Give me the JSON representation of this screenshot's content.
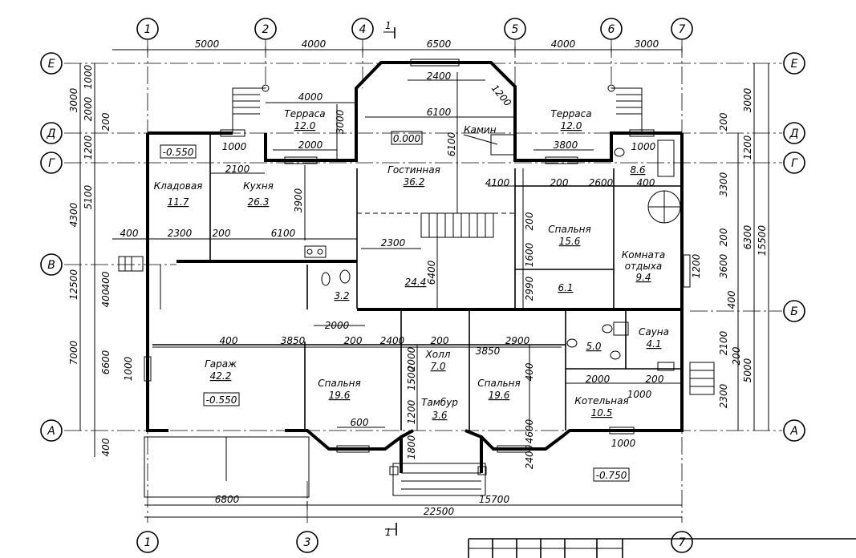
{
  "axes": {
    "top": [
      {
        "id": "x1",
        "label": "1"
      },
      {
        "id": "x2",
        "label": "2"
      },
      {
        "id": "x4",
        "label": "4"
      },
      {
        "id": "x5",
        "label": "5"
      },
      {
        "id": "x6",
        "label": "6"
      },
      {
        "id": "x7",
        "label": "7"
      }
    ],
    "bottom": [
      {
        "id": "b1",
        "label": "1"
      },
      {
        "id": "b3",
        "label": "3"
      },
      {
        "id": "b7",
        "label": "7"
      }
    ],
    "rows": [
      {
        "id": "E",
        "label": "Е"
      },
      {
        "id": "D",
        "label": "Д"
      },
      {
        "id": "G",
        "label": "Г"
      },
      {
        "id": "V",
        "label": "В"
      },
      {
        "id": "B",
        "label": "Б"
      },
      {
        "id": "A",
        "label": "А"
      }
    ]
  },
  "section_mark": "1",
  "dimensions": {
    "top": [
      "5000",
      "4000",
      "6500",
      "4000",
      "3000"
    ],
    "bottom": [
      "6800",
      "15700",
      "22500"
    ],
    "left": [
      "3000",
      "1000",
      "2000",
      "200",
      "1200",
      "5100",
      "4300",
      "400",
      "12500",
      "400",
      "7000",
      "6600",
      "1000",
      "400"
    ],
    "right": [
      "3000",
      "200",
      "1200",
      "3300",
      "6300",
      "15500",
      "200",
      "1200",
      "3600",
      "400",
      "2100",
      "200",
      "5000",
      "2300"
    ],
    "interior": [
      "4000",
      "2400",
      "1200",
      "6100",
      "6100",
      "3000",
      "1000",
      "2000",
      "2100",
      "3900",
      "400",
      "2300",
      "200",
      "6100",
      "2300",
      "2000",
      "1000",
      "3800",
      "200",
      "2600",
      "400",
      "4100",
      "200",
      "1600",
      "2990",
      "6400",
      "400",
      "3850",
      "200",
      "2400",
      "200",
      "3850",
      "2900",
      "2000",
      "1500",
      "1200",
      "1800",
      "600",
      "4600",
      "400",
      "2400",
      "2000",
      "200",
      "1000",
      "1000"
    ]
  },
  "rooms": [
    {
      "id": "terrace_left",
      "name": "Терраса",
      "area": "12.0"
    },
    {
      "id": "terrace_right",
      "name": "Терраса",
      "area": "12.0"
    },
    {
      "id": "living",
      "name": "Гостинная",
      "area": "36.2"
    },
    {
      "id": "pantry",
      "name": "Кладовая",
      "area": "11.7"
    },
    {
      "id": "kitchen",
      "name": "Кухня",
      "area": "26.3"
    },
    {
      "id": "bedroom_ne",
      "name": "Спальня",
      "area": "15.6"
    },
    {
      "id": "rest",
      "name": "Комната отдыха",
      "area": "9.4"
    },
    {
      "id": "bath_ne",
      "name": "",
      "area": "8.6"
    },
    {
      "id": "garage",
      "name": "Гараж",
      "area": "42.2"
    },
    {
      "id": "hall",
      "name": "Холл",
      "area": "7.0"
    },
    {
      "id": "vestibule",
      "name": "Тамбур",
      "area": "3.6"
    },
    {
      "id": "bedroom_sw",
      "name": "Спальня",
      "area": "19.6"
    },
    {
      "id": "bedroom_s",
      "name": "Спальня",
      "area": "19.6"
    },
    {
      "id": "sauna",
      "name": "Сауна",
      "area": "4.1"
    },
    {
      "id": "boiler",
      "name": "Котельная",
      "area": "10.5"
    },
    {
      "id": "wc",
      "name": "",
      "area": "3.2"
    },
    {
      "id": "corridor",
      "name": "",
      "area": "24.4"
    },
    {
      "id": "small_6",
      "name": "",
      "area": "6.1"
    },
    {
      "id": "shower",
      "name": "",
      "area": "5.0"
    }
  ],
  "labels": {
    "fireplace": "Камин",
    "level_living": "0.000",
    "level_pantry": "-0.550",
    "level_garage": "-0.550",
    "level_outside": "-0.750"
  }
}
